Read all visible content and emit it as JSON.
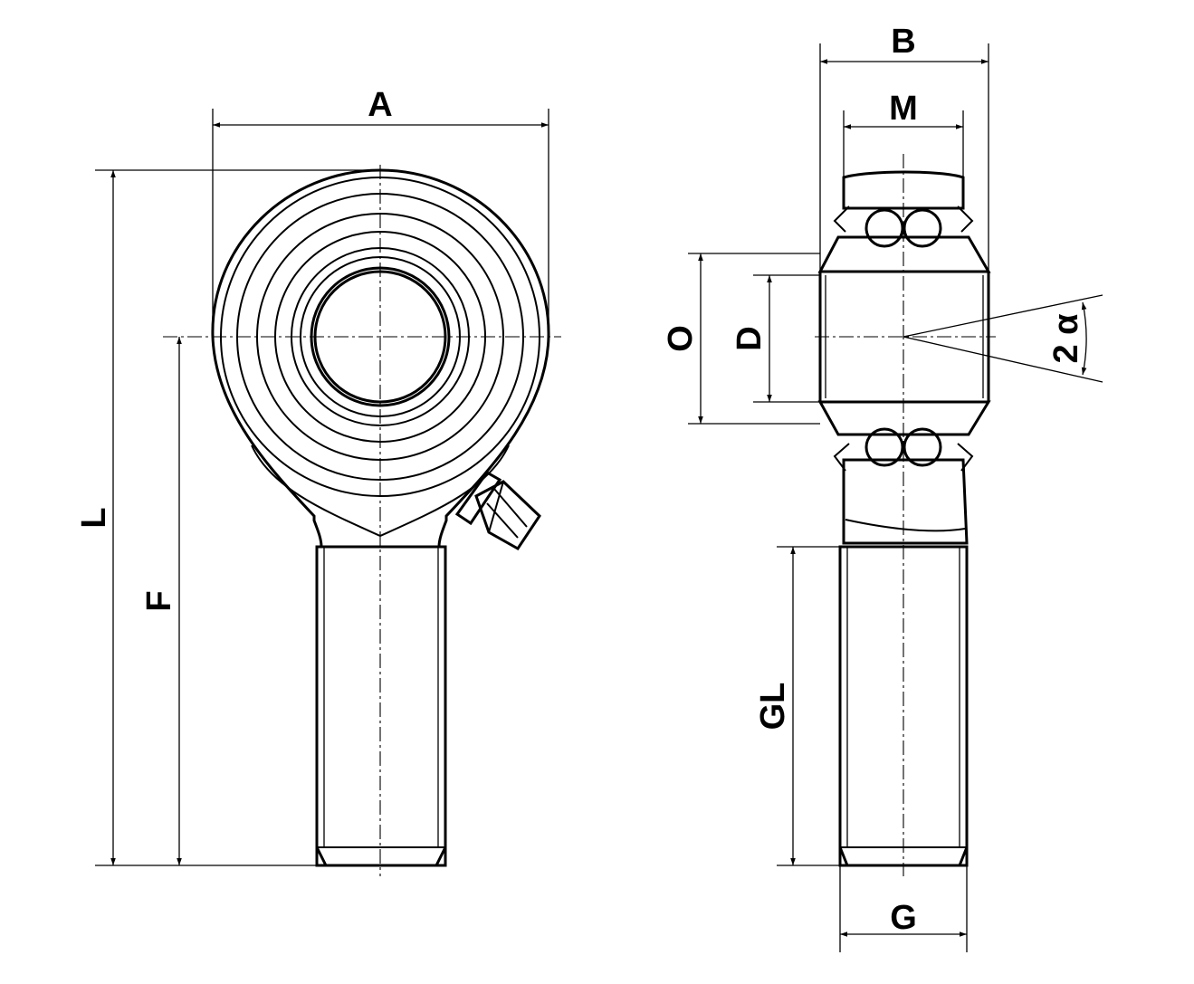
{
  "labels": {
    "A": "A",
    "L": "L",
    "F": "F",
    "B": "B",
    "M": "M",
    "O": "O",
    "D": "D",
    "two_alpha": "2 α",
    "GL": "GL",
    "G": "G"
  }
}
